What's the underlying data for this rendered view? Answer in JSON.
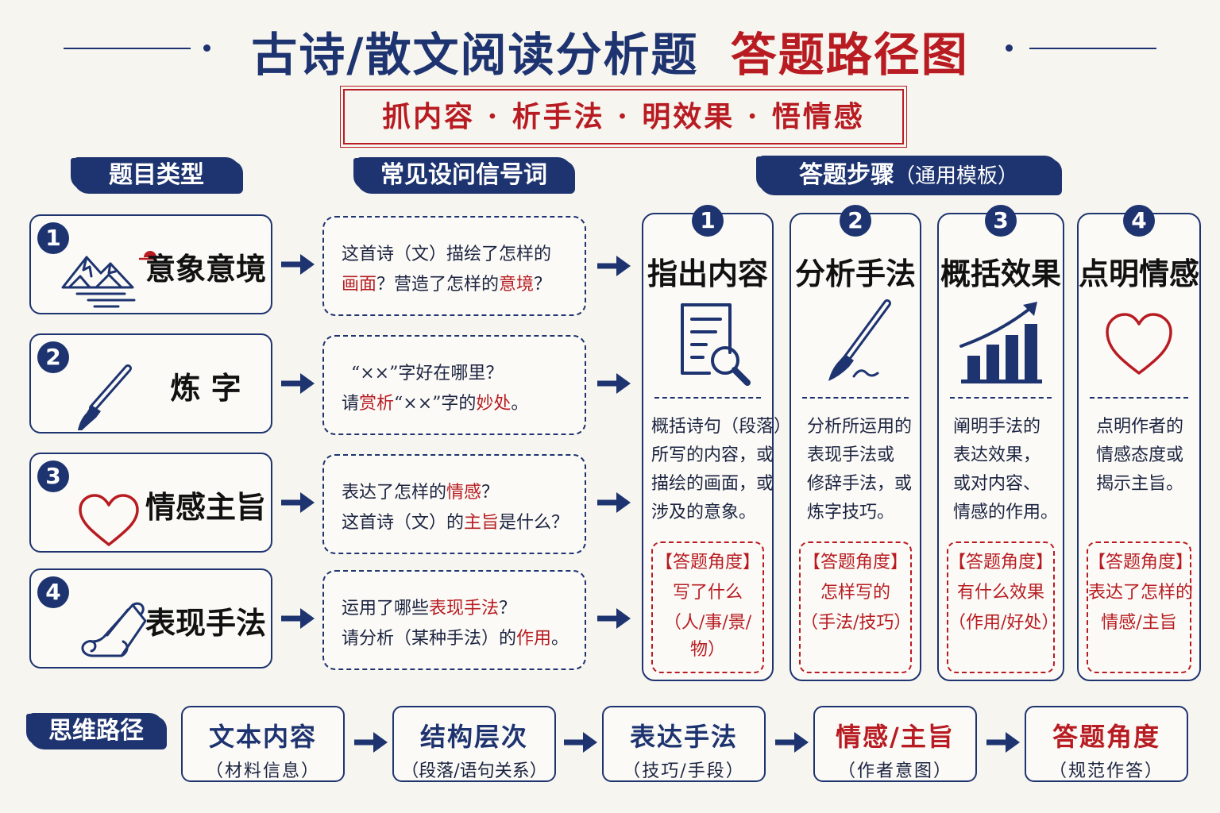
{
  "title": {
    "part1": "古诗/散文阅读分析题",
    "part2": "答题路径图"
  },
  "subtitle": "抓内容 · 析手法 · 明效果 · 悟情感",
  "headers": {
    "types": "题目类型",
    "signals": "常见设问信号词",
    "steps": "答题步骤",
    "steps_note": "（通用模板）",
    "path": "思维路径"
  },
  "types": [
    {
      "num": "1",
      "label": "意象意境",
      "icon": "mountain-landscape-icon"
    },
    {
      "num": "2",
      "label": "炼  字",
      "icon": "brush-icon"
    },
    {
      "num": "3",
      "label": "情感主旨",
      "icon": "heart-icon"
    },
    {
      "num": "4",
      "label": "表现手法",
      "icon": "scroll-icon"
    }
  ],
  "questions": [
    {
      "l1a": "这首诗（文）描绘了怎样的",
      "l2a": "画面",
      "l2b": "？营造了怎样的",
      "l2c": "意境",
      "l2d": "？"
    },
    {
      "l1": "“××”字好在哪里？",
      "l2a": "请",
      "l2b": "赏析",
      "l2c": "“××”字的",
      "l2d": "妙处",
      "l2e": "。"
    },
    {
      "l1a": "表达了怎样的",
      "l1b": "情感",
      "l1c": "？",
      "l2a": "这首诗（文）的",
      "l2b": "主旨",
      "l2c": "是什么？"
    },
    {
      "l1a": "运用了哪些",
      "l1b": "表现手法",
      "l1c": "？",
      "l2a": "请分析（某种手法）的",
      "l2b": "作用",
      "l2c": "。"
    }
  ],
  "steps": [
    {
      "num": "1",
      "title": "指出内容",
      "icon": "document-search-icon",
      "desc": [
        "概括诗句（段落）",
        "所写的内容，或",
        "描绘的画面，或",
        "涉及的意象。"
      ],
      "angle": [
        "【答题角度】",
        "写了什么",
        "（人/事/景/",
        "物）"
      ]
    },
    {
      "num": "2",
      "title": "分析手法",
      "icon": "brush-icon",
      "desc": [
        "分析所运用的",
        "表现手法或",
        "修辞手法，或",
        "炼字技巧。"
      ],
      "angle": [
        "【答题角度】",
        "怎样写的",
        "（手法/技巧）"
      ]
    },
    {
      "num": "3",
      "title": "概括效果",
      "icon": "growth-chart-icon",
      "desc": [
        "阐明手法的",
        "表达效果，",
        "或对内容、",
        "情感的作用。"
      ],
      "angle": [
        "【答题角度】",
        "有什么效果",
        "（作用/好处）"
      ]
    },
    {
      "num": "4",
      "title": "点明情感",
      "icon": "heart-icon",
      "desc": [
        "点明作者的",
        "情感态度或",
        "揭示主旨。"
      ],
      "angle": [
        "【答题角度】",
        "表达了怎样的",
        "情感/主旨"
      ]
    }
  ],
  "path": [
    {
      "main": "文本内容",
      "sub": "（材料信息）"
    },
    {
      "main": "结构层次",
      "sub": "（段落/语句关系）"
    },
    {
      "main": "表达手法",
      "sub": "（技巧/手段）"
    },
    {
      "main": "情感/主旨",
      "sub": "（作者意图）"
    },
    {
      "main": "答题角度",
      "sub": "（规范作答）"
    }
  ],
  "colors": {
    "navy": "#1e3470",
    "red": "#b81c22",
    "paper": "#f7f5ef"
  }
}
